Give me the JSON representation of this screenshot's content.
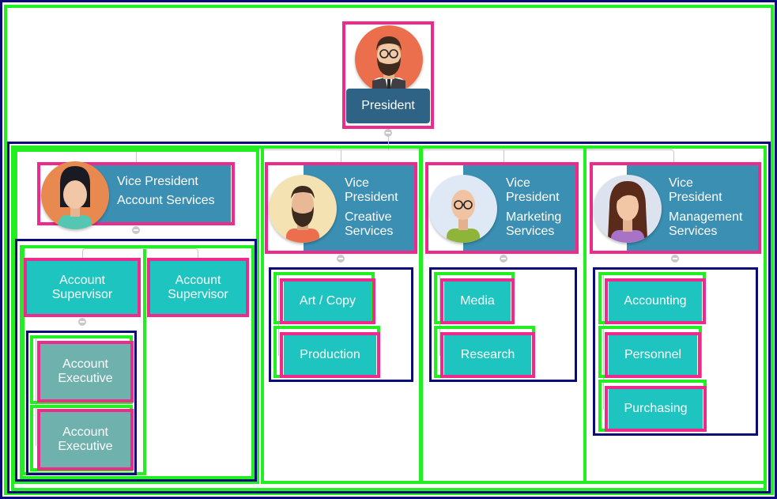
{
  "president": {
    "label": "President"
  },
  "vps": [
    {
      "line1": "Vice President",
      "line2": "Account Services"
    },
    {
      "line1": "Vice",
      "line2": "President",
      "line3": "Creative",
      "line4": "Services"
    },
    {
      "line1": "Vice",
      "line2": "President",
      "line3": "Marketing",
      "line4": "Services"
    },
    {
      "line1": "Vice",
      "line2": "President",
      "line3": "Management",
      "line4": "Services"
    }
  ],
  "account": {
    "supervisors": [
      "Account Supervisor",
      "Account Supervisor"
    ],
    "executives": [
      "Account Executive",
      "Account Executive"
    ]
  },
  "creative": [
    "Art / Copy",
    "Production"
  ],
  "marketing": [
    "Media",
    "Research"
  ],
  "management": [
    "Accounting",
    "Personnel",
    "Purchasing"
  ],
  "icons": {
    "president": "bearded-man-glasses-avatar-icon",
    "vp_account": "woman-short-hair-avatar-icon",
    "vp_creative": "bearded-man-avatar-icon",
    "vp_marketing": "bald-man-glasses-avatar-icon",
    "vp_management": "woman-long-hair-avatar-icon"
  },
  "colors": {
    "president_box": "#2f6385",
    "vp_box": "#3a8fb3",
    "dept_box": "#1ec5c0",
    "exec_box": "#6fb1ad",
    "pink_outline": "#ee2a8c",
    "green_outline": "#22ee22",
    "navy_outline": "#0a0a78"
  }
}
